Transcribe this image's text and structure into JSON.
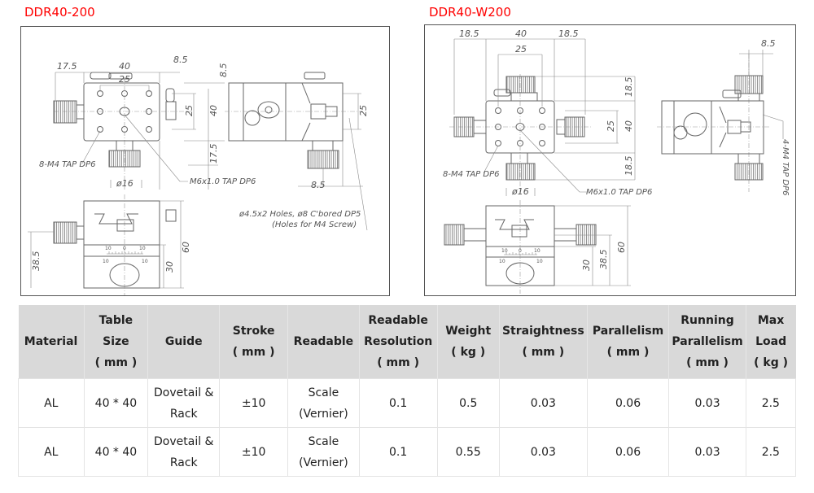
{
  "left": {
    "title": "DDR40-200",
    "dims": {
      "d17_5_top": "17.5",
      "d40_top": "40",
      "d25_top": "25",
      "d8_5_top": "8.5",
      "d8_5_v": "8.5",
      "d25_v": "25",
      "d40_v": "40",
      "d17_5_v": "17.5",
      "d16": "ø16",
      "d25_side": "25",
      "d8_5_side": "8.5",
      "d60": "60",
      "d30": "30",
      "d38_5": "38.5"
    },
    "notes": {
      "tap_m4": "8-M4 TAP DP6",
      "tap_m6": "M6x1.0 TAP DP6",
      "holes": "ø4.5x2 Holes, ø8 C'bored DP5",
      "holes_note": "(Holes for M4 Screw)"
    },
    "scale": {
      "top_left": "10",
      "top_mid": "0",
      "top_right": "10",
      "bot_left": "10",
      "bot_right": "10"
    }
  },
  "right": {
    "title": "DDR40-W200",
    "dims": {
      "d18_5_l": "18.5",
      "d40_top": "40",
      "d18_5_r": "18.5",
      "d25_top": "25",
      "d18_5_v1": "18.5",
      "d25_v": "25",
      "d40_v": "40",
      "d18_5_v2": "18.5",
      "d16": "ø16",
      "d8_5_side": "8.5",
      "d60": "60",
      "d30": "30",
      "d38_5": "38.5"
    },
    "notes": {
      "tap_m4": "8-M4 TAP DP6",
      "tap_m6": "M6x1.0 TAP DP6",
      "side_tap": "4-M4 TAP DP6"
    },
    "scale": {
      "top_left": "10",
      "top_mid": "0",
      "top_right": "10",
      "bot_left": "10",
      "bot_right": "10"
    }
  },
  "table": {
    "headers": [
      [
        "Material"
      ],
      [
        "Table",
        "Size",
        "( mm )"
      ],
      [
        "Guide"
      ],
      [
        "Stroke",
        "( mm )"
      ],
      [
        "Readable"
      ],
      [
        "Readable",
        "Resolution",
        "( mm )"
      ],
      [
        "Weight",
        "( kg )"
      ],
      [
        "Straightness",
        "( mm )"
      ],
      [
        "Parallelism",
        "( mm )"
      ],
      [
        "Running",
        "Parallelism",
        "( mm )"
      ],
      [
        "Max",
        "Load",
        "( kg )"
      ]
    ],
    "rows": [
      [
        [
          "AL"
        ],
        [
          "40 * 40"
        ],
        [
          "Dovetail &",
          "Rack"
        ],
        [
          "±10"
        ],
        [
          "Scale",
          "(Vernier)"
        ],
        [
          "0.1"
        ],
        [
          "0.5"
        ],
        [
          "0.03"
        ],
        [
          "0.06"
        ],
        [
          "0.03"
        ],
        [
          "2.5"
        ]
      ],
      [
        [
          "AL"
        ],
        [
          "40 * 40"
        ],
        [
          "Dovetail &",
          "Rack"
        ],
        [
          "±10"
        ],
        [
          "Scale",
          "(Vernier)"
        ],
        [
          "0.1"
        ],
        [
          "0.55"
        ],
        [
          "0.03"
        ],
        [
          "0.06"
        ],
        [
          "0.03"
        ],
        [
          "2.5"
        ]
      ]
    ]
  }
}
